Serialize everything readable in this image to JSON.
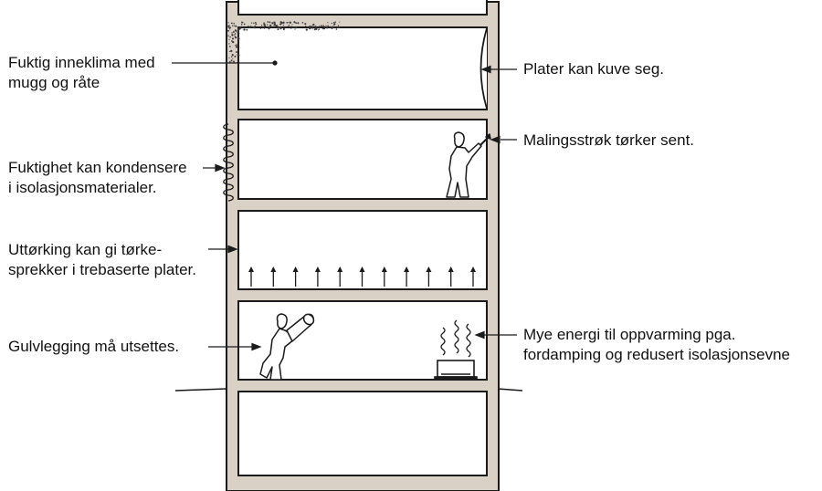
{
  "colors": {
    "wall": "#d9d0c6",
    "outline": "#1a1a1a",
    "room": "#ffffff",
    "text": "#111111"
  },
  "labels": {
    "floor1_left": [
      "Fuktig inneklima med",
      "mugg og råte"
    ],
    "floor1_right": [
      "Plater kan kuve seg."
    ],
    "floor2_left": [
      "Fuktighet kan kondensere",
      "i isolasjonsmaterialer."
    ],
    "floor2_right": [
      "Malingsstrøk tørker sent."
    ],
    "floor3_left": [
      "Uttørking kan gi tørke-",
      "sprekker i trebaserte plater."
    ],
    "floor4_left": [
      "Gulvlegging må utsettes."
    ],
    "floor4_right": [
      "Mye energi til oppvarming pga.",
      "fordamping og redusert isolasjonsevne"
    ]
  },
  "figures": {
    "painter": "person-painting-icon",
    "carrier": "person-carrying-roll-icon",
    "heater": "heater-icon",
    "steam": "steam-icon",
    "evaporation": "up-arrow-icon",
    "insulation": "insulation-coil-icon",
    "mold": "mold-speckle-icon"
  }
}
